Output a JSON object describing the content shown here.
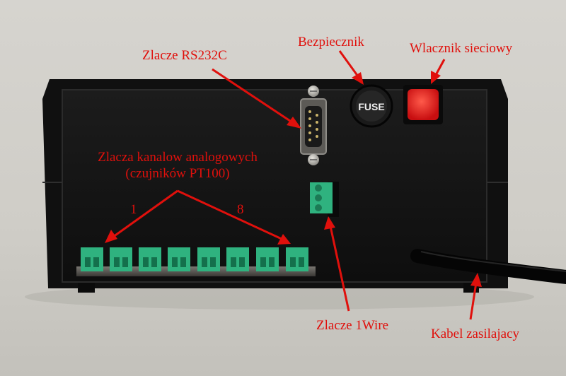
{
  "labels": {
    "rs232": "Zlacze RS232C",
    "fuse_label": "Bezpiecznik",
    "switch_label": "Wlacznik sieciowy",
    "analog_line1": "Zlacza kanalow analogowych",
    "analog_line2": "(czujników PT100)",
    "channel_first": "1",
    "channel_last": "8",
    "onewire": "Zlacze 1Wire",
    "power_cable": "Kabel zasilajacy"
  },
  "fuse_text": "FUSE",
  "colors": {
    "annotation": "#e0100c",
    "terminal": "#2fb27f",
    "switch": "#e01818",
    "housing": "#151515",
    "background": "#d2d0ca"
  },
  "analog_terminal_count": 8
}
